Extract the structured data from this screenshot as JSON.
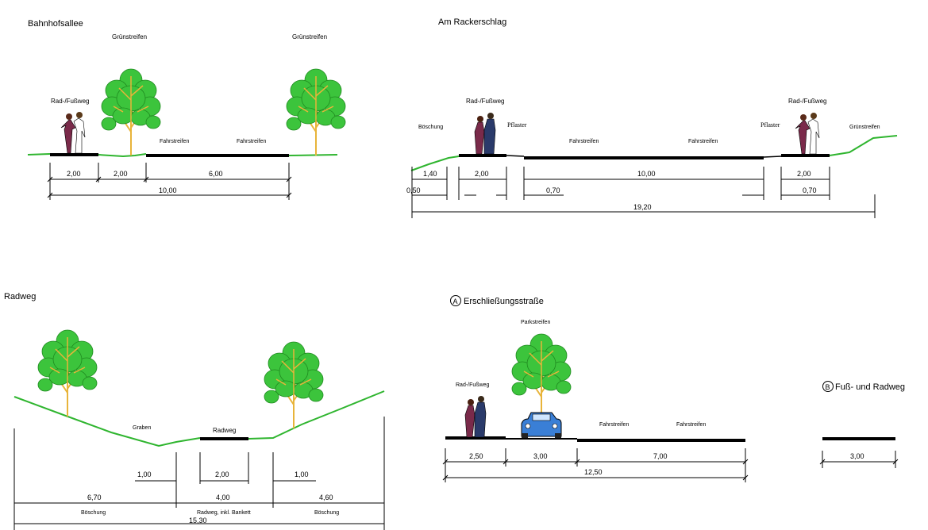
{
  "sections": {
    "bahnhofsallee": {
      "title": "Bahnhofsallee",
      "labels": {
        "green1": "Grünstreifen",
        "green2": "Grünstreifen",
        "radfuss": "Rad-/Fußweg",
        "lane1": "Fahrstreifen",
        "lane2": "Fahrstreifen"
      },
      "dims": {
        "d1": "2,00",
        "d2": "2,00",
        "d3": "6,00",
        "total": "10,00"
      }
    },
    "rackerschlag": {
      "title": "Am Rackerschlag",
      "labels": {
        "radfuss1": "Rad-/Fußweg",
        "radfuss2": "Rad-/Fußweg",
        "boeschung": "Böschung",
        "pflaster1": "Pflaster",
        "pflaster2": "Pflaster",
        "lane1": "Fahrstreifen",
        "lane2": "Fahrstreifen",
        "green": "Grünstreifen"
      },
      "dims": {
        "d140": "1,40",
        "d200a": "2,00",
        "d1000": "10,00",
        "d200b": "2,00",
        "d050": "0,50",
        "d070a": "0,70",
        "d070b": "0,70",
        "total": "19,20"
      }
    },
    "radweg": {
      "title": "Radweg",
      "labels": {
        "graben": "Graben",
        "radweg": "Radweg"
      },
      "dims": {
        "d100a": "1,00",
        "d200": "2,00",
        "d100b": "1,00",
        "d670": "6,70",
        "d400": "4,00",
        "d460": "4,60",
        "total": "15,30",
        "sub1": "Böschung",
        "sub2": "Radweg, inkl. Bankett",
        "sub3": "Böschung"
      }
    },
    "erschliessung": {
      "marker": "A",
      "title": "Erschließungsstraße",
      "labels": {
        "park": "Parkstreifen",
        "radfuss": "Rad-/Fußweg",
        "lane1": "Fahrstreifen",
        "lane2": "Fahrstreifen"
      },
      "dims": {
        "d250": "2,50",
        "d300": "3,00",
        "d700": "7,00",
        "total": "12,50"
      }
    },
    "fussrad": {
      "marker": "B",
      "title": "Fuß- und Radweg",
      "dims": {
        "d300": "3,00"
      }
    }
  },
  "colors": {
    "grass": "#2fb52f",
    "leaf": "#3cc43c",
    "trunk": "#e8b43a",
    "car": "#3a7fd6"
  }
}
